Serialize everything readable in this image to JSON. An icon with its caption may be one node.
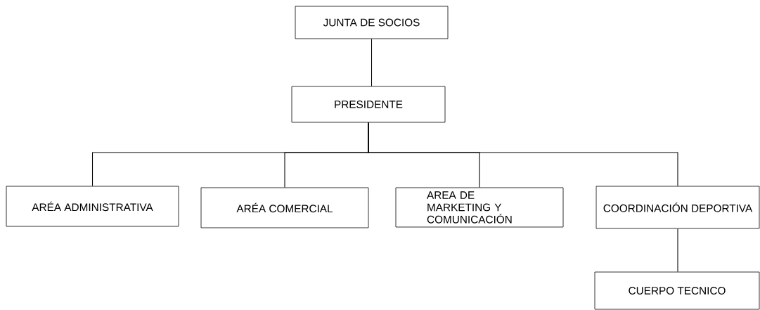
{
  "diagram": {
    "nodes": [
      {
        "text": [
          "JUNTA DE SOCIOS"
        ]
      },
      {
        "text": [
          "PRESIDENTE"
        ]
      },
      {
        "text": [
          "ARÉA ADMINISTRATIVA"
        ]
      },
      {
        "text": [
          "ARÉA COMERCIAL"
        ]
      },
      {
        "text": [
          "AREA DE MARKETING Y COMUNICACIÓN"
        ]
      },
      {
        "text": [
          "COORDINACIÓN DEPORTIVA"
        ]
      },
      {
        "text": [
          "CUERPO TECNICO"
        ]
      }
    ],
    "edges": [
      {
        "from": 0,
        "to": 1,
        "arrow": "none"
      },
      {
        "from": 1,
        "to": 2,
        "arrow": "none"
      },
      {
        "from": 1,
        "to": 3,
        "arrow": "none"
      },
      {
        "from": 1,
        "to": 4,
        "arrow": "none"
      },
      {
        "from": 1,
        "to": 5,
        "arrow": "none"
      },
      {
        "from": 5,
        "to": 6,
        "arrow": "none"
      }
    ]
  }
}
